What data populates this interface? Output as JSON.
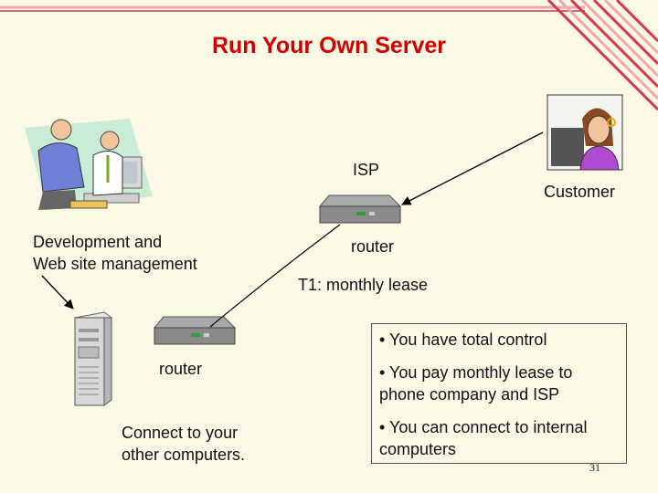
{
  "title": "Run Your Own Server",
  "labels": {
    "isp": "ISP",
    "customer": "Customer",
    "dev": [
      "Development and",
      "Web site management"
    ],
    "router_top": "router",
    "t1": "T1: monthly lease",
    "router_bottom": "router",
    "connect": [
      "Connect to your",
      "other computers."
    ]
  },
  "bullets": [
    "• You have total control",
    [
      "• You pay monthly lease to",
      "phone company and ISP"
    ],
    [
      "• You can connect to internal",
      "computers"
    ]
  ],
  "page_number": "31",
  "colors": {
    "title": "#d10000",
    "stripe": "#d4364a",
    "stripe_light": "#f2a6b0"
  },
  "icons": [
    "office-workers-illustration",
    "customer-illustration",
    "router-icon",
    "server-tower-icon"
  ]
}
